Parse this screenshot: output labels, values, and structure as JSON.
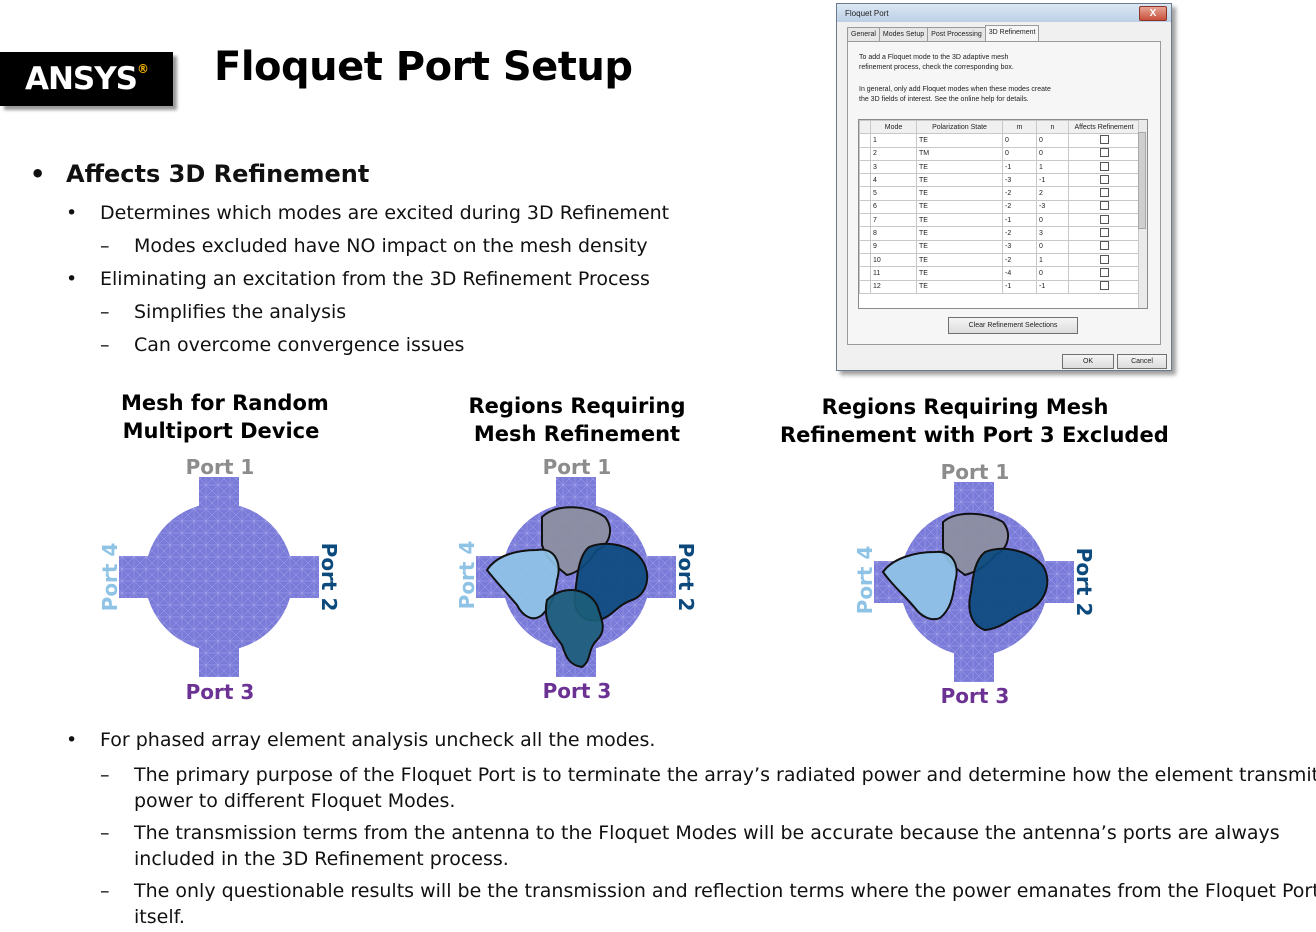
{
  "logo": {
    "text_main": "ANSYS",
    "trademark": "®"
  },
  "title": "Floquet Port Setup",
  "bullets": {
    "heading": "Affects 3D Refinement",
    "b1": "Determines which modes are excited during 3D Refinement",
    "b1a": "Modes excluded have NO impact on the mesh density",
    "b2": "Eliminating an excitation from the 3D Refinement Process",
    "b2a": "Simplifies the analysis",
    "b2b": "Can overcome convergence issues",
    "b3": "For phased array element analysis uncheck all the modes.",
    "b3a_l1": "The primary purpose of the Floquet Port is to terminate the array’s radiated power and determine how the element transmits",
    "b3a_l2": "power to different Floquet Modes.",
    "b3b_l1": "The transmission terms from the antenna to the Floquet Modes will be accurate because the antenna’s ports are always",
    "b3b_l2": "included in the 3D Refinement process.",
    "b3c_l1": "The only questionable results will be the transmission and reflection terms where the power emanates from the Floquet Port",
    "b3c_l2": "itself."
  },
  "markers": {
    "bullet": "•",
    "dash": "–"
  },
  "dialog": {
    "title": "Floquet Port",
    "close": "X",
    "tabs": [
      "General",
      "Modes Setup",
      "Post Processing",
      "3D Refinement"
    ],
    "active_tab": "3D Refinement",
    "info1_l1": "To add a Floquet mode to the 3D adaptive mesh",
    "info1_l2": "refinement process, check the corresponding box.",
    "info2_l1": "In general, only add Floquet modes when these modes create",
    "info2_l2": "the 3D fields of interest.  See the online help for details.",
    "columns": [
      "Mode",
      "Polarization State",
      "m",
      "n",
      "Affects Refinement"
    ],
    "rows": [
      {
        "mode": "1",
        "pol": "TE",
        "m": "0",
        "n": "0"
      },
      {
        "mode": "2",
        "pol": "TM",
        "m": "0",
        "n": "0"
      },
      {
        "mode": "3",
        "pol": "TE",
        "m": "-1",
        "n": "1"
      },
      {
        "mode": "4",
        "pol": "TE",
        "m": "-3",
        "n": "-1"
      },
      {
        "mode": "5",
        "pol": "TE",
        "m": "-2",
        "n": "2"
      },
      {
        "mode": "6",
        "pol": "TE",
        "m": "-2",
        "n": "-3"
      },
      {
        "mode": "7",
        "pol": "TE",
        "m": "-1",
        "n": "0"
      },
      {
        "mode": "8",
        "pol": "TE",
        "m": "-2",
        "n": "3"
      },
      {
        "mode": "9",
        "pol": "TE",
        "m": "-3",
        "n": "0"
      },
      {
        "mode": "10",
        "pol": "TE",
        "m": "-2",
        "n": "1"
      },
      {
        "mode": "11",
        "pol": "TE",
        "m": "-4",
        "n": "0"
      },
      {
        "mode": "12",
        "pol": "TE",
        "m": "-1",
        "n": "-1"
      }
    ],
    "clear_button": "Clear Refinement Selections",
    "ok_button": "OK",
    "cancel_button": "Cancel"
  },
  "diagrams": [
    {
      "title_l1": "Mesh for Random",
      "title_l2": "Multiport Device",
      "port1": "Port 1",
      "port2": "Port 2",
      "port3": "Port 3",
      "port4": "Port 4"
    },
    {
      "title_l1": "Regions Requiring",
      "title_l2": "Mesh Refinement",
      "port1": "Port 1",
      "port2": "Port 2",
      "port3": "Port 3",
      "port4": "Port 4"
    },
    {
      "title_l1": "Regions Requiring Mesh",
      "title_l2": "Refinement with Port 3 Excluded",
      "port1": "Port 1",
      "port2": "Port 2",
      "port3": "Port 3",
      "port4": "Port 4"
    }
  ],
  "colors": {
    "mesh": "#7a7ad8",
    "port1": "#8c8c8c",
    "port2": "#0c4a7e",
    "port3": "#6b3294",
    "port4": "#8fc3e6",
    "region_gray": "#8d8f9e",
    "region_light": "#8fc3e6",
    "region_dark": "#0c4a7e",
    "region_teal": "#1b5d7a"
  }
}
